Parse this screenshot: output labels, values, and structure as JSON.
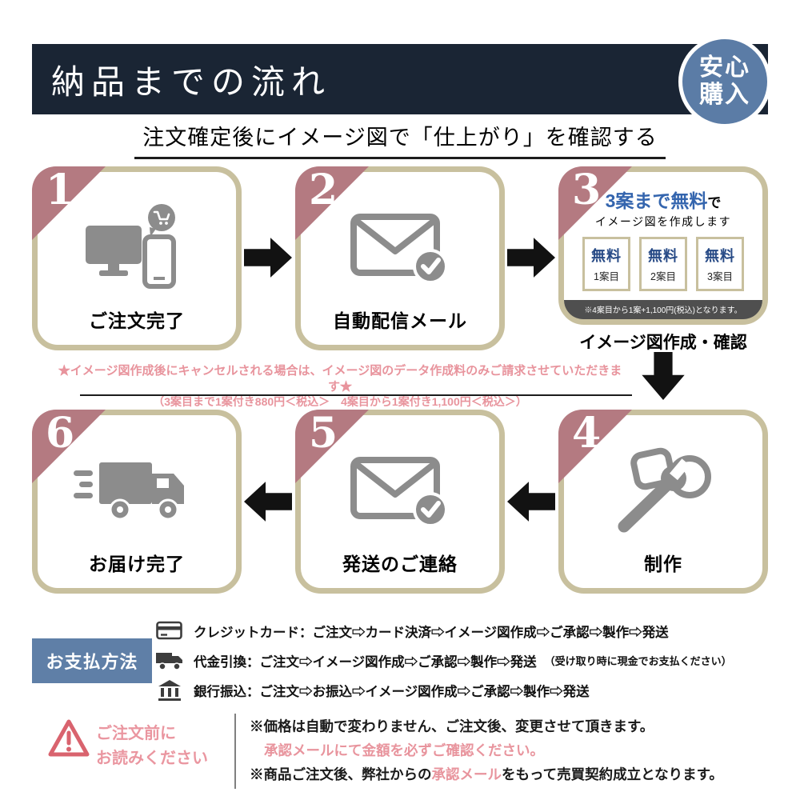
{
  "colors": {
    "navy": "#1a2534",
    "steel_blue": "#5b7ca6",
    "beige_border": "#c8c09e",
    "mauve": "#b47a81",
    "pink": "#e8949d",
    "icon_gray": "#8c8c8c"
  },
  "header": {
    "title": "納品までの流れ",
    "badge": {
      "line1": "安心",
      "line2": "購入"
    }
  },
  "subtitle": "注文確定後にイメージ図で「仕上がり」を確認する",
  "steps": [
    {
      "num": "1",
      "label": "ご注文完了",
      "icon": "order-devices-icon"
    },
    {
      "num": "2",
      "label": "自動配信メール",
      "icon": "mail-check-icon"
    },
    {
      "num": "3",
      "label": "イメージ図作成・確認",
      "icon": "free-plans",
      "title_blue": "3案まで無料",
      "title_suffix": "で",
      "subtitle": "イメージ図を作成します",
      "plans": [
        {
          "free": "無料",
          "name": "1案目"
        },
        {
          "free": "無料",
          "name": "2案目"
        },
        {
          "free": "無料",
          "name": "3案目"
        }
      ],
      "note": "※4案目から1案+1,100円(税込)となります。"
    },
    {
      "num": "4",
      "label": "制作",
      "icon": "tools-icon"
    },
    {
      "num": "5",
      "label": "発送のご連絡",
      "icon": "mail-check-icon"
    },
    {
      "num": "6",
      "label": "お届け完了",
      "icon": "truck-icon"
    }
  ],
  "cancel_note": {
    "line1": "★イメージ図作成後にキャンセルされる場合は、イメージ図のデータ作成料のみご請求させていただきます★",
    "line2": "（3案目まで1案付き880円＜税込＞　4案目から1案付き1,100円＜税込＞）"
  },
  "payment": {
    "title": "お支払方法",
    "methods": [
      {
        "icon": "credit-card-icon",
        "text": "クレジットカード：ご注文⇨カード決済⇨イメージ図作成⇨ご承認⇨製作⇨発送",
        "small": ""
      },
      {
        "icon": "cod-truck-icon",
        "text": "代金引換：ご注文⇨イメージ図作成⇨ご承認⇨製作⇨発送",
        "small": "（受け取り時に現金でお支払ください）"
      },
      {
        "icon": "bank-icon",
        "text": "銀行振込：ご注文⇨お振込⇨イメージ図作成⇨ご承認⇨製作⇨発送",
        "small": ""
      }
    ]
  },
  "notice": {
    "title_line1": "ご注文前に",
    "title_line2": "お読みください",
    "line1": "※価格は自動で変わりません、ご注文後、変更させて頂きます。",
    "line2": "承認メールにて金額を必ずご確認ください。",
    "line3_pre": "※商品ご注文後、弊社からの",
    "line3_accent": "承認メール",
    "line3_post": "をもって売買契約成立となります。"
  }
}
